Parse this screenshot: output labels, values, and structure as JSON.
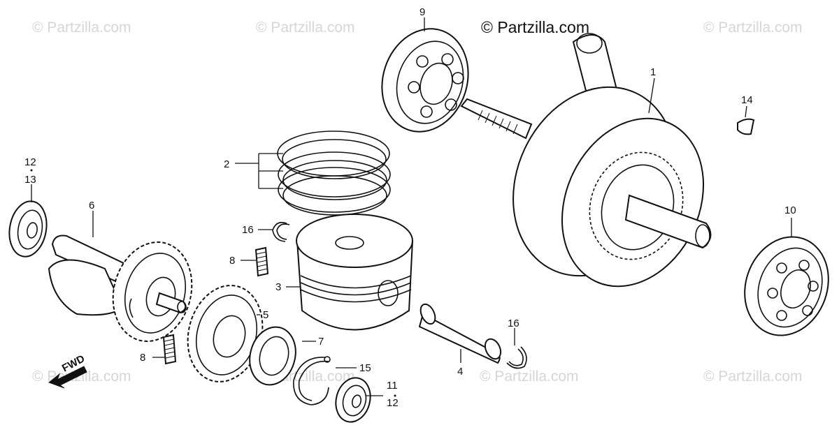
{
  "watermarks": {
    "main": "© Partzilla.com",
    "faint": "© Partzilla.com"
  },
  "callouts": {
    "c1": "1",
    "c2": "2",
    "c3": "3",
    "c4": "4",
    "c5": "5",
    "c6": "6",
    "c7": "7",
    "c8a": "8",
    "c8b": "8",
    "c9": "9",
    "c10": "10",
    "c11": "11",
    "c12a": "12",
    "c12b": "12",
    "c13": "13",
    "c14": "14",
    "c15": "15",
    "c16a": "16",
    "c16b": "16"
  },
  "direction_label": "FWD",
  "colors": {
    "ink": "#111111",
    "watermark": "#d6d6d6",
    "background": "#ffffff"
  }
}
